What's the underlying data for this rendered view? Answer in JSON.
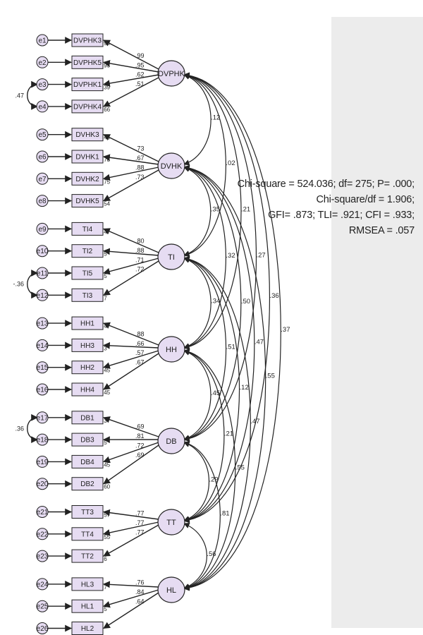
{
  "fit_stats": [
    "Chi-square = 524.036; df= 275; P= .000;",
    "Chi-square/df = 1.906;",
    "GFI= .873; TLI= .921; CFI = .933;",
    "RMSEA = .057"
  ],
  "colors": {
    "node_fill": "#e6dcf2",
    "stroke": "#222222",
    "panel": "#ececec"
  },
  "error_covariances": [
    {
      "a": "e3",
      "b": "e4",
      "value": ".47"
    },
    {
      "a": "e11",
      "b": "e12",
      "value": "-.36"
    },
    {
      "a": "e17",
      "b": "e18",
      "value": ".36"
    }
  ],
  "factors": [
    {
      "name": "DVPHK",
      "indicators": [
        {
          "name": "DVPHK3",
          "error": "e1",
          "loading": ".99",
          "r2": ".98"
        },
        {
          "name": "DVPHK5",
          "error": "e2",
          "loading": ".95",
          "r2": ".93"
        },
        {
          "name": "DVPHK1",
          "error": "e3",
          "loading": ".62",
          "r2": ".39"
        },
        {
          "name": "DVPHK4",
          "error": "e4",
          "loading": ".51",
          "r2": ".66"
        }
      ]
    },
    {
      "name": "DVHK",
      "indicators": [
        {
          "name": "DVHK3",
          "error": "e5",
          "loading": ".73",
          "r2": ".45"
        },
        {
          "name": "DVHK1",
          "error": "e6",
          "loading": ".67",
          "r2": ".78"
        },
        {
          "name": "DVHK2",
          "error": "e7",
          "loading": ".88",
          "r2": ".75"
        },
        {
          "name": "DVHK5",
          "error": "e8",
          "loading": ".73",
          "r2": ".54"
        }
      ]
    },
    {
      "name": "TI",
      "indicators": [
        {
          "name": "TI4",
          "error": "e9",
          "loading": ".80",
          "r2": ".4"
        },
        {
          "name": "TI2",
          "error": "e10",
          "loading": ".88",
          "r2": ".5"
        },
        {
          "name": "TI5",
          "error": "e11",
          "loading": ".71",
          "r2": ".5"
        },
        {
          "name": "TI3",
          "error": "e12",
          "loading": ".72",
          "r2": ".7"
        }
      ]
    },
    {
      "name": "HH",
      "indicators": [
        {
          "name": "HH1",
          "error": "e13",
          "loading": ".88",
          "r2": ".4"
        },
        {
          "name": "HH3",
          "error": "e14",
          "loading": ".66",
          "r2": ".3"
        },
        {
          "name": "HH2",
          "error": "e15",
          "loading": ".57",
          "r2": ".45"
        },
        {
          "name": "HH4",
          "error": "e16",
          "loading": ".67",
          "r2": ".45"
        }
      ]
    },
    {
      "name": "DB",
      "indicators": [
        {
          "name": "DB1",
          "error": "e17",
          "loading": ".69",
          "r2": ".3"
        },
        {
          "name": "DB3",
          "error": "e18",
          "loading": ".81",
          "r2": ".5"
        },
        {
          "name": "DB4",
          "error": "e19",
          "loading": ".72",
          "r2": ".45"
        },
        {
          "name": "DB2",
          "error": "e20",
          "loading": ".69",
          "r2": ".60"
        }
      ]
    },
    {
      "name": "TT",
      "indicators": [
        {
          "name": "TT3",
          "error": "e21",
          "loading": ".77",
          "r2": ".57"
        },
        {
          "name": "TT4",
          "error": "e22",
          "loading": ".77",
          "r2": ".55"
        },
        {
          "name": "TT2",
          "error": "e23",
          "loading": ".77",
          "r2": ".6"
        }
      ]
    },
    {
      "name": "HL",
      "indicators": [
        {
          "name": "HL3",
          "error": "e24",
          "loading": ".76",
          "r2": ".7"
        },
        {
          "name": "HL1",
          "error": "e25",
          "loading": ".84",
          "r2": ".5"
        },
        {
          "name": "HL2",
          "error": "e26",
          "loading": ".64",
          "r2": ""
        }
      ]
    }
  ],
  "correlations": [
    {
      "from": "DVPHK",
      "to": "DVHK",
      "value": ".12"
    },
    {
      "from": "DVPHK",
      "to": "TI",
      "value": ".02"
    },
    {
      "from": "DVPHK",
      "to": "HH",
      "value": ".21"
    },
    {
      "from": "DVPHK",
      "to": "DB",
      "value": ".27"
    },
    {
      "from": "DVPHK",
      "to": "TT",
      "value": ".36"
    },
    {
      "from": "DVPHK",
      "to": "HL",
      "value": ".37"
    },
    {
      "from": "DVHK",
      "to": "TI",
      "value": ".35"
    },
    {
      "from": "DVHK",
      "to": "HH",
      "value": ".32"
    },
    {
      "from": "DVHK",
      "to": "DB",
      "value": ".50"
    },
    {
      "from": "DVHK",
      "to": "TT",
      "value": ".47"
    },
    {
      "from": "DVHK",
      "to": "HL",
      "value": ".55"
    },
    {
      "from": "TI",
      "to": "HH",
      "value": ".34"
    },
    {
      "from": "TI",
      "to": "DB",
      "value": ".51"
    },
    {
      "from": "TI",
      "to": "TT",
      "value": ".12"
    },
    {
      "from": "TI",
      "to": "HL",
      "value": ".47"
    },
    {
      "from": "HH",
      "to": "DB",
      "value": ".45"
    },
    {
      "from": "HH",
      "to": "TT",
      "value": ".21"
    },
    {
      "from": "HH",
      "to": "HL",
      "value": ".55"
    },
    {
      "from": "DB",
      "to": "TT",
      "value": ".29"
    },
    {
      "from": "DB",
      "to": "HL",
      "value": ".81"
    },
    {
      "from": "TT",
      "to": "HL",
      "value": ".56"
    }
  ]
}
